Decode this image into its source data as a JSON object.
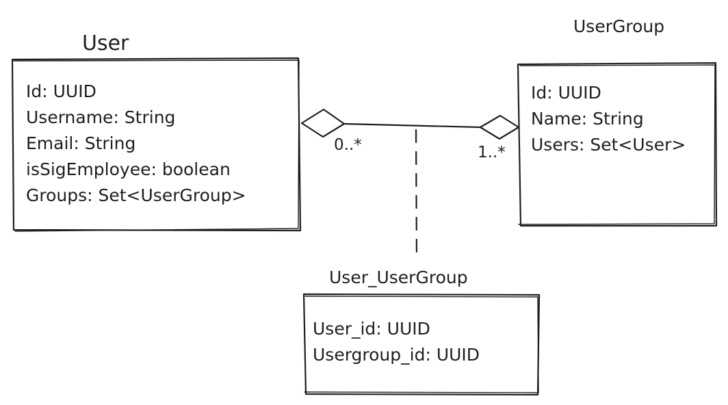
{
  "classes": {
    "user": {
      "title": "User",
      "attributes": [
        "Id: UUID",
        "Username: String",
        "Email: String",
        "isSigEmployee: boolean",
        "Groups: Set<UserGroup>"
      ]
    },
    "usergroup": {
      "title": "UserGroup",
      "attributes": [
        "Id: UUID",
        "Name: String",
        "Users: Set<User>"
      ]
    },
    "join": {
      "title": "User_UserGroup",
      "attributes": [
        "User_id: UUID",
        "Usergroup_id: UUID"
      ]
    }
  },
  "association": {
    "left_multiplicity": "0..*",
    "right_multiplicity": "1..*",
    "end_symbol": "aggregation-diamond",
    "association_class_link": "dashed"
  },
  "colors": {
    "stroke": "#1e1e1e",
    "background": "#ffffff"
  }
}
